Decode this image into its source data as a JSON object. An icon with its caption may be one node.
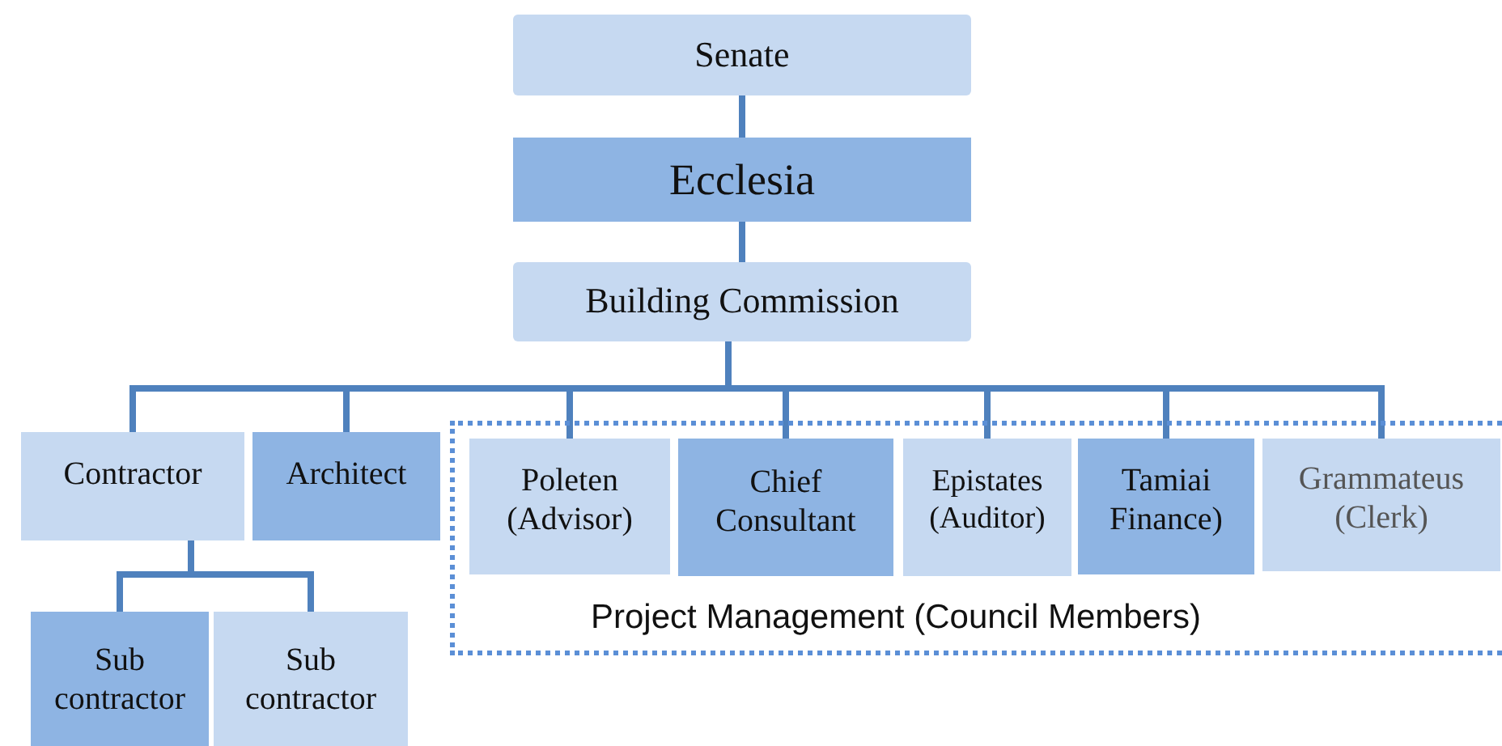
{
  "diagram": {
    "nodes": [
      {
        "text": [
          "Senate"
        ]
      },
      {
        "text": [
          "Ecclesia"
        ]
      },
      {
        "text": [
          "Building Commission"
        ]
      },
      {
        "text": [
          "Contractor"
        ]
      },
      {
        "text": [
          "Architect"
        ]
      },
      {
        "text": [
          "Project Management (Council Members)"
        ]
      },
      {
        "text": [
          "Poleten (Advisor)"
        ],
        "in": 5
      },
      {
        "text": [
          "Chief Consultant"
        ],
        "in": 5
      },
      {
        "text": [
          "Epistates (Auditor)"
        ],
        "in": 5
      },
      {
        "text": [
          "Tamiai Finance)"
        ],
        "in": 5
      },
      {
        "text": [
          "Grammateus (Clerk)"
        ],
        "in": 5
      },
      {
        "text": [
          "Sub contractor"
        ]
      },
      {
        "text": [
          "Sub contractor"
        ]
      }
    ],
    "edges": [
      {
        "from": 0,
        "to": 1,
        "arrow": "none"
      },
      {
        "from": 1,
        "to": 2,
        "arrow": "none"
      },
      {
        "from": 2,
        "to": 3,
        "arrow": "none"
      },
      {
        "from": 2,
        "to": 4,
        "arrow": "none"
      },
      {
        "from": 2,
        "to": 6,
        "arrow": "none"
      },
      {
        "from": 2,
        "to": 7,
        "arrow": "none"
      },
      {
        "from": 2,
        "to": 8,
        "arrow": "none"
      },
      {
        "from": 2,
        "to": 9,
        "arrow": "none"
      },
      {
        "from": 2,
        "to": 10,
        "arrow": "none"
      },
      {
        "from": 3,
        "to": 11,
        "arrow": "none"
      },
      {
        "from": 3,
        "to": 12,
        "arrow": "none"
      }
    ]
  }
}
